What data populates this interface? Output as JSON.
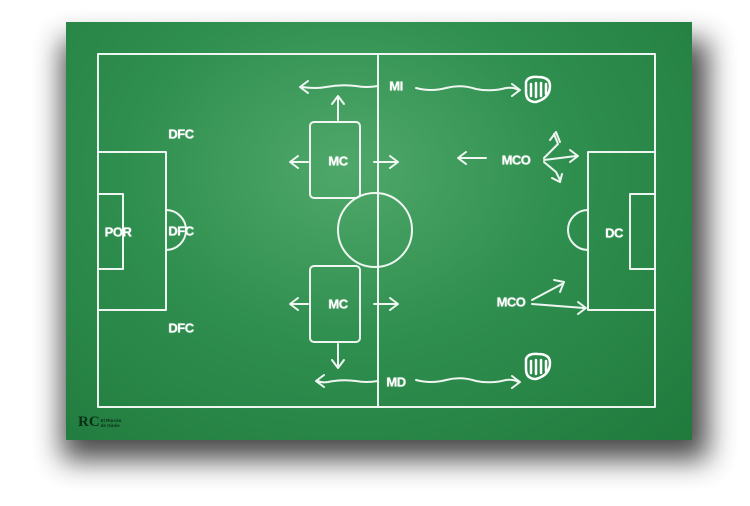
{
  "positions": {
    "por": "POR",
    "dfc_top": "DFC",
    "dfc_mid": "DFC",
    "dfc_bottom": "DFC",
    "mc_top": "MC",
    "mc_bottom": "MC",
    "mi": "MI",
    "md": "MD",
    "mco_top": "MCO",
    "mco_bottom": "MCO",
    "dc": "DC"
  },
  "logo": {
    "mark": "RC",
    "line1": "El Rincón",
    "line2": "de Ginés"
  },
  "colors": {
    "field": "#2f8f4f",
    "chalk": "#ffffff",
    "shadow": "#2b2b2b"
  }
}
